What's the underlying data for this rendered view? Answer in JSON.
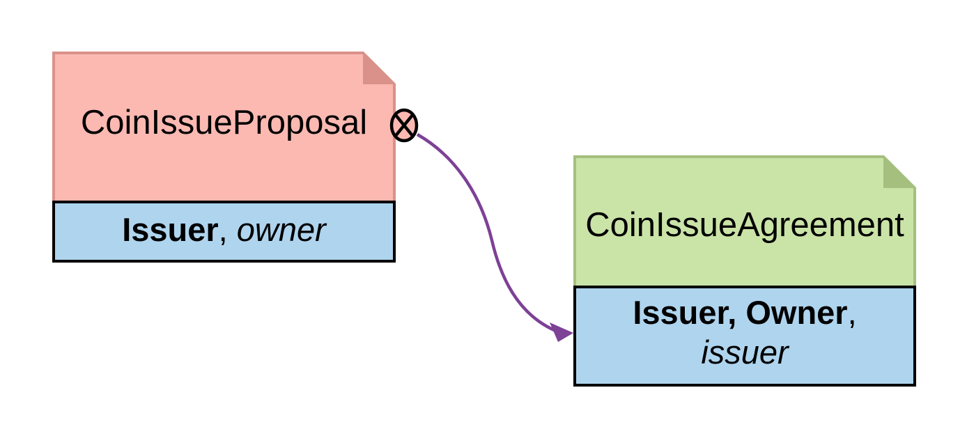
{
  "background": "#ffffff",
  "proposal": {
    "title": "CoinIssueProposal",
    "fill": "#FBB9B2",
    "border": "#D9918A",
    "signatories": {
      "bold": "Issuer",
      "separator": ", ",
      "italic": "owner"
    }
  },
  "agreement": {
    "title": "CoinIssueAgreement",
    "fill": "#CAE3A7",
    "border": "#A4BF7E",
    "signatories": {
      "bold": "Issuer, Owner",
      "separator": ",",
      "italic": "issuer"
    }
  },
  "party_bar": {
    "fill": "#AFD4EE",
    "border": "#000000"
  },
  "transition": {
    "color": "#7D4196",
    "archive_icon_symbol": "⊗",
    "icon_name": "circled-x-archive-marker"
  }
}
